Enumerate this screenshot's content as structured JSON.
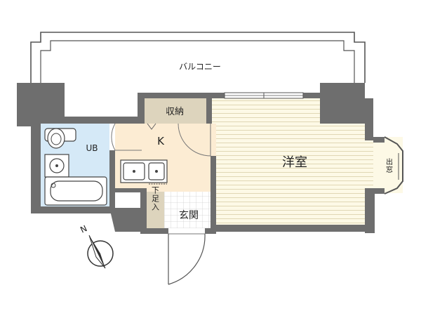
{
  "rooms": {
    "balcony": "バルコニー",
    "western_room": "洋室",
    "kitchen": "K",
    "unit_bath": "UB",
    "storage": "収納",
    "entrance": "玄関",
    "shoe_box": "下足入",
    "bay_window": "出窓"
  },
  "compass": {
    "north": "N"
  },
  "colors": {
    "wall": "#6e6e6e",
    "western_room_floor": "#fdf9e6",
    "kitchen_floor": "#fcecd3",
    "bath_floor": "#d5e9f7",
    "storage_floor": "#ddd4bd",
    "entrance_floor": "#ffffff",
    "balcony_outline": "#555555"
  }
}
